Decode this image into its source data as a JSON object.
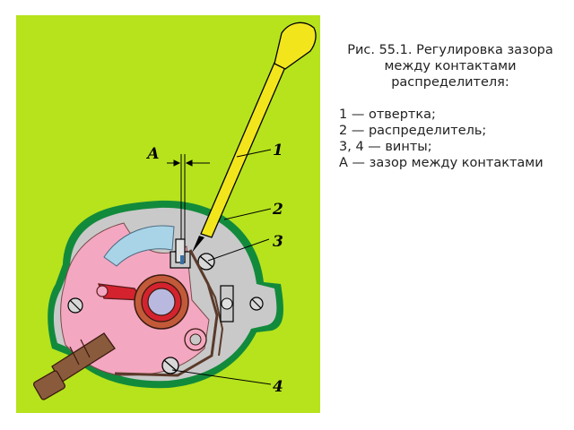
{
  "caption": {
    "title": "Рис. 55.1. Регулировка зазора между контактами распределителя:",
    "legend": [
      "1 — отвертка;",
      "2 — распределитель;",
      "3, 4 — винты;",
      "А — зазор между контактами"
    ]
  },
  "callouts": {
    "gap": "А",
    "n1": "1",
    "n2": "2",
    "n3": "3",
    "n4": "4"
  },
  "colors": {
    "background": "#b6e31c",
    "housing_outline": "#128a3c",
    "housing_fill": "#c9c9c9",
    "plate": "#f4a7c1",
    "cam_ring": "#c25a3a",
    "cam_center": "#b9b9e0",
    "arc": "#a9d4e8",
    "screwdriver": "#f2e51c",
    "lead": "#8a5a3c"
  }
}
